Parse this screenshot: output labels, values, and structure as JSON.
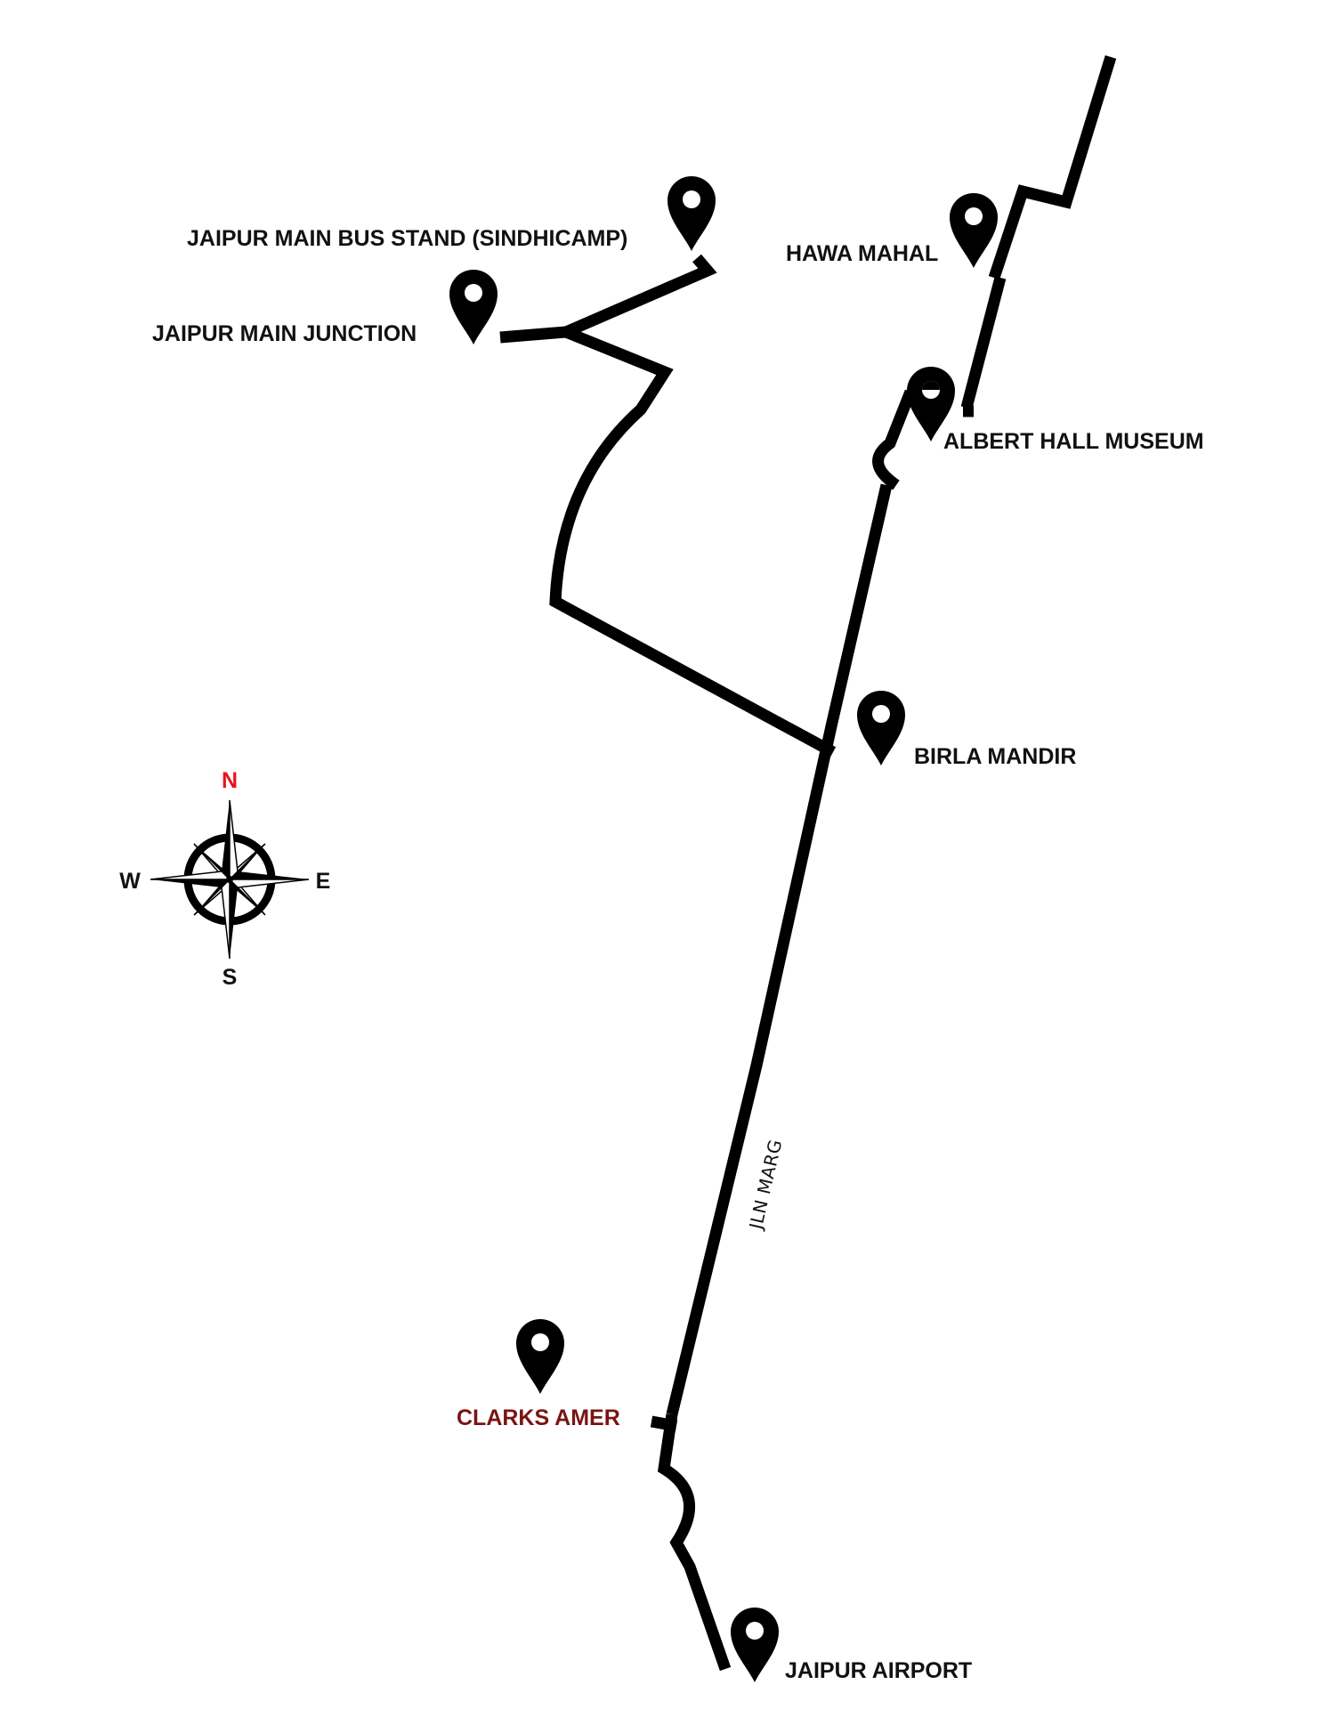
{
  "map": {
    "places": {
      "bus_stand": "JAIPUR MAIN BUS STAND (SINDHICAMP)",
      "main_junction": "JAIPUR MAIN JUNCTION",
      "hawa_mahal": "HAWA MAHAL",
      "albert_hall": "ALBERT HALL MUSEUM",
      "birla_mandir": "BIRLA MANDIR",
      "clarks_amer": "CLARKS  AMER",
      "airport": "JAIPUR AIRPORT"
    },
    "road_name": "JLN MARG",
    "compass": {
      "north": "N",
      "south": "S",
      "east": "E",
      "west": "W"
    },
    "colors": {
      "road": "#000000",
      "hotel_label": "#7a1414",
      "north_marker": "#e8121c"
    },
    "icons": {
      "place_marker": "map-pin-icon",
      "compass": "compass-rose-icon"
    }
  }
}
